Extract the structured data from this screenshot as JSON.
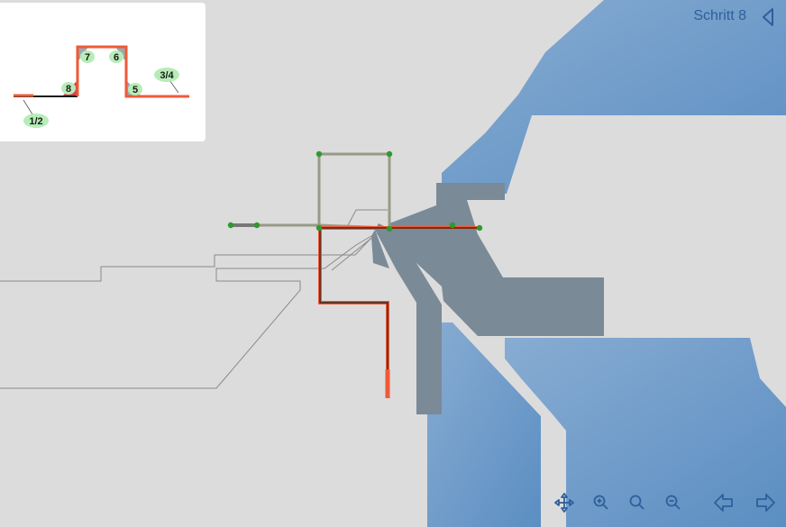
{
  "header": {
    "step_label": "Schritt 8"
  },
  "legend": {
    "labels": [
      "1/2",
      "8",
      "7",
      "6",
      "5",
      "3/4"
    ]
  },
  "colors": {
    "background": "#dcdcdc",
    "water": "#6b9ac7",
    "platform": "#7a8a97",
    "route": "#ef5a36",
    "track": "#999988",
    "node": "#2e9a2e",
    "icon": "#2d5f9a"
  },
  "icons": {
    "step_back": "triangle-left-icon",
    "pan": "move-icon",
    "zoom_in": "zoom-in-icon",
    "zoom_reset": "zoom-icon",
    "zoom_out": "zoom-out-icon",
    "prev": "arrow-left-icon",
    "next": "arrow-right-icon"
  }
}
